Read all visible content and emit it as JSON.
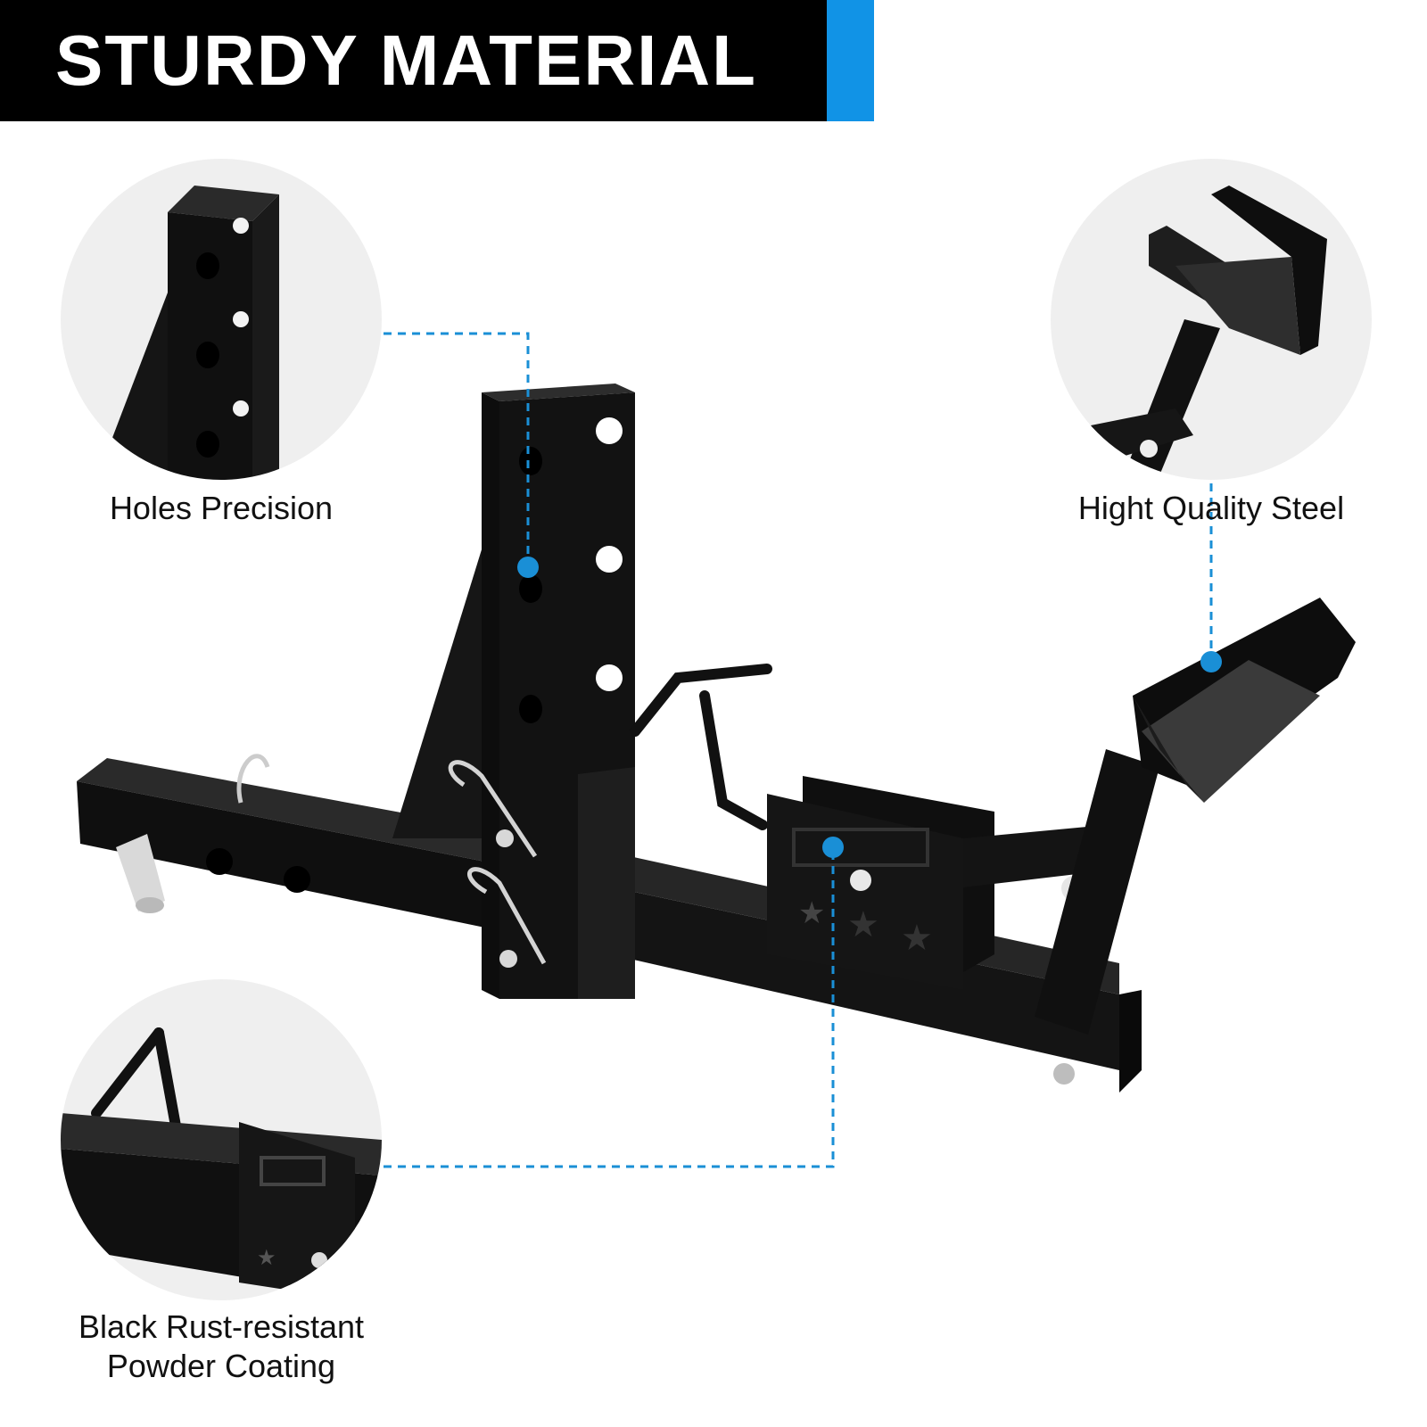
{
  "header": {
    "title": "STURDY MATERIAL",
    "accent_color": "#1193e6"
  },
  "features": [
    {
      "label": "Holes Precision",
      "icon": "square-tube-holes-closeup"
    },
    {
      "label": "Hight Quality Steel",
      "icon": "wheel-cradle-closeup"
    },
    {
      "label_line1": "Black Rust-resistant",
      "label_line2": "Powder Coating",
      "icon": "bracket-handle-closeup"
    }
  ],
  "product": {
    "name": "hitch-mounted-wheel-chock-carrier",
    "finish_color": "#111111",
    "callout_color": "#1a8fd6"
  }
}
